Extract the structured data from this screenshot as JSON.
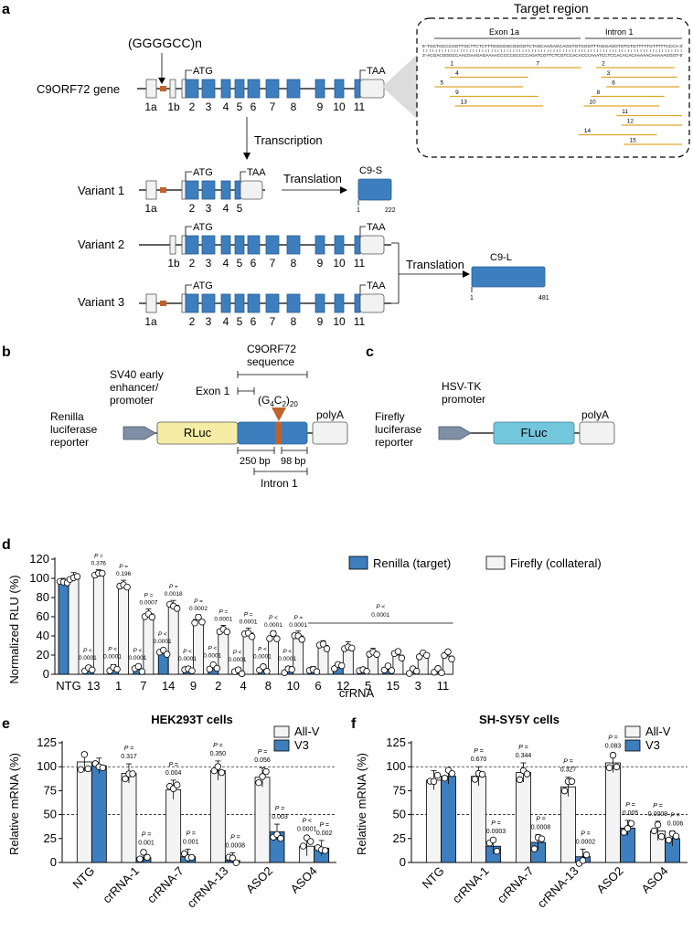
{
  "panels": {
    "a": "a",
    "b": "b",
    "c": "c",
    "d": "d",
    "e": "e",
    "f": "f"
  },
  "panel_a": {
    "repeat": "(GGGGCC)n",
    "gene_label": "C9ORF72 gene",
    "exon_labels": [
      "1a",
      "1b",
      "2",
      "3",
      "4",
      "5",
      "6",
      "7",
      "8",
      "9",
      "10",
      "11"
    ],
    "atg": "ATG",
    "taa": "TAA",
    "transcription": "Transcription",
    "translation": "Translation",
    "variants": [
      "Variant 1",
      "Variant 2",
      "Variant 3"
    ],
    "v1_exon_labels": [
      "1a",
      "2",
      "3",
      "4",
      "5"
    ],
    "v2_exon_labels": [
      "1b",
      "2",
      "3",
      "4",
      "5",
      "6",
      "7",
      "8",
      "9",
      "10",
      "11"
    ],
    "v3_exon_labels": [
      "1a",
      "2",
      "3",
      "4",
      "5",
      "6",
      "7",
      "8",
      "9",
      "10",
      "11"
    ],
    "c9s": {
      "name": "C9-S",
      "start": "1",
      "end": "222"
    },
    "c9l": {
      "name": "C9-L",
      "start": "1",
      "end": "481"
    },
    "target": {
      "title": "Target region",
      "exon_label": "Exon 1a",
      "intron_label": "Intron 1",
      "seq_top": "5'-TGCTGCCCGGTTGCTTCTCTTTGGGGGCGGGGTCTAGCAAGAGCAGGTGTGGGTTTAGGAGGTGTGTGTTTTTGTTTTTCCCA-3'",
      "seq_bottom": "3'-ACGACGGGCCAACGAAGAGAAAACCCCCGCCCCAGATCGTTCTCGTCCACACCCAAATCCTCCACACACAAAAACAAAAAGGGT-5'",
      "guides": [
        {
          "label": "1",
          "start": 0.06,
          "end": 0.4
        },
        {
          "label": "7",
          "start": 0.4,
          "end": 0.6
        },
        {
          "label": "2",
          "start": 0.66,
          "end": 0.97
        },
        {
          "label": "4",
          "start": 0.08,
          "end": 0.39
        },
        {
          "label": "3",
          "start": 0.68,
          "end": 0.98
        },
        {
          "label": "5",
          "start": 0.02,
          "end": 0.37
        },
        {
          "label": "6",
          "start": 0.7,
          "end": 0.99
        },
        {
          "label": "9",
          "start": 0.08,
          "end": 0.43
        },
        {
          "label": "8",
          "start": 0.64,
          "end": 0.93
        },
        {
          "label": "13",
          "start": 0.1,
          "end": 0.45
        },
        {
          "label": "10",
          "start": 0.61,
          "end": 0.91
        },
        {
          "label": "11",
          "start": 0.74,
          "end": 1.0
        },
        {
          "label": "12",
          "start": 0.76,
          "end": 1.0
        },
        {
          "label": "14",
          "start": 0.59,
          "end": 0.9
        },
        {
          "label": "15",
          "start": 0.77,
          "end": 1.0
        }
      ]
    }
  },
  "panel_b": {
    "seq_label": [
      "C9ORF72",
      "sequence"
    ],
    "promoter": [
      "SV40 early",
      "enhancer/",
      "promoter"
    ],
    "exon1": "Exon 1",
    "repeat": "(G4C2)20",
    "reporter": [
      "Renilla",
      "luciferase",
      "reporter"
    ],
    "rluc": "RLuc",
    "polya": "polyA",
    "bp250": "250 bp",
    "bp98": "98 bp",
    "intron": "Intron 1"
  },
  "panel_c": {
    "promoter": [
      "HSV-TK",
      "promoter"
    ],
    "reporter": [
      "Firefly",
      "luciferase",
      "reporter"
    ],
    "fluc": "FLuc",
    "polya": "polyA"
  },
  "colors": {
    "blue": "#3d7ebf",
    "white": "#f4f4f4",
    "exon": "#3d7ebf",
    "repeat": "#c0622a",
    "rluc": "#f5eca5",
    "fluc": "#73c7dc",
    "guide": "#e0a52b"
  },
  "chart_data": [
    {
      "type": "bar",
      "panel": "d",
      "ylabel": "Normalized RLU (%)",
      "xlabel": "crRNA",
      "ylim": [
        0,
        120
      ],
      "yticks": [
        0,
        20,
        40,
        60,
        80,
        100,
        120
      ],
      "categories": [
        "NTG",
        "13",
        "1",
        "7",
        "14",
        "9",
        "2",
        "4",
        "8",
        "10",
        "6",
        "12",
        "5",
        "15",
        "3",
        "11"
      ],
      "series": [
        {
          "name": "Renilla (target)",
          "color": "#3d7ebf",
          "values": [
            96,
            5,
            6,
            5,
            22,
            4,
            7,
            3,
            6,
            4,
            4,
            8,
            3,
            5,
            3,
            4
          ]
        },
        {
          "name": "Firefly (collateral)",
          "color": "#f4f4f4",
          "values": [
            101,
            104,
            93,
            63,
            72,
            57,
            46,
            43,
            40,
            40,
            30,
            29,
            22,
            20,
            19,
            19
          ]
        }
      ],
      "pvals_renilla": [
        null,
        [
          "P <",
          "0.0001"
        ],
        [
          "P <",
          "0.0001"
        ],
        [
          "P <",
          "0.0001"
        ],
        [
          "P <",
          "0.0001"
        ],
        [
          "P <",
          "0.0001"
        ],
        [
          "P <",
          "0.0001"
        ],
        [
          "P <",
          "0.0001"
        ],
        [
          "P <",
          "0.0001"
        ],
        [
          "P <",
          "0.0001"
        ],
        null,
        null,
        null,
        null,
        null,
        null
      ],
      "pvals_firefly": [
        null,
        [
          "P =",
          "0.376"
        ],
        [
          "P =",
          "0.196"
        ],
        [
          "P =",
          "0.0007"
        ],
        [
          "P =",
          "0.0018"
        ],
        [
          "P =",
          "0.0002"
        ],
        [
          "P =",
          "0.0001"
        ],
        [
          "P =",
          "0.0001"
        ],
        [
          "P <",
          "0.0001"
        ],
        [
          "P =",
          "0.0001"
        ],
        null,
        null,
        null,
        null,
        null,
        null
      ],
      "group_pval": [
        "P <",
        "0.0001"
      ]
    },
    {
      "type": "bar",
      "panel": "e",
      "title": "HEK293T cells",
      "ylabel": "Relative mRNA (%)",
      "ylim": [
        0,
        125
      ],
      "yticks": [
        0,
        25,
        50,
        75,
        100,
        125
      ],
      "categories": [
        "NTG",
        "crRNA-1",
        "crRNA-7",
        "crRNA-13",
        "ASO2",
        "ASO4"
      ],
      "series": [
        {
          "name": "All-V",
          "color": "#f4f4f4",
          "values": [
            105,
            93,
            76,
            96,
            89,
            17
          ]
        },
        {
          "name": "V3",
          "color": "#3d7ebf",
          "values": [
            101,
            5,
            6,
            2,
            32,
            15
          ]
        }
      ],
      "pvals_allv": [
        null,
        [
          "P =",
          "0.317"
        ],
        [
          "P =",
          "0.004"
        ],
        [
          "P =",
          "0.350"
        ],
        [
          "P =",
          "0.056"
        ],
        [
          "P <",
          "0.0001"
        ]
      ],
      "pvals_v3": [
        null,
        [
          "P =",
          "0.001"
        ],
        [
          "P =",
          "0.001"
        ],
        [
          "P =",
          "0.0008"
        ],
        [
          "P =",
          "0.003"
        ],
        [
          "P =",
          "0.002"
        ]
      ]
    },
    {
      "type": "bar",
      "panel": "f",
      "title": "SH-SY5Y cells",
      "ylabel": "Relative mRNA (%)",
      "ylim": [
        0,
        125
      ],
      "yticks": [
        0,
        25,
        50,
        75,
        100,
        125
      ],
      "categories": [
        "NTG",
        "crRNA-1",
        "crRNA-7",
        "crRNA-13",
        "ASO2",
        "ASO4"
      ],
      "series": [
        {
          "name": "All-V",
          "color": "#f4f4f4",
          "values": [
            86,
            90,
            94,
            79,
            104,
            33
          ]
        },
        {
          "name": "V3",
          "color": "#3d7ebf",
          "values": [
            90,
            17,
            21,
            6,
            36,
            25
          ]
        }
      ],
      "pvals_allv": [
        null,
        [
          "P =",
          "0.670"
        ],
        [
          "P =",
          "0.344"
        ],
        [
          "P =",
          "0.327"
        ],
        [
          "P =",
          "0.083"
        ],
        [
          "P =",
          "0.0009"
        ]
      ],
      "pvals_v3": [
        null,
        [
          "P =",
          "0.0003"
        ],
        [
          "P =",
          "0.0008"
        ],
        [
          "P =",
          "0.0002"
        ],
        [
          "P =",
          "0.005"
        ],
        [
          "P =",
          "0.006"
        ]
      ]
    }
  ]
}
